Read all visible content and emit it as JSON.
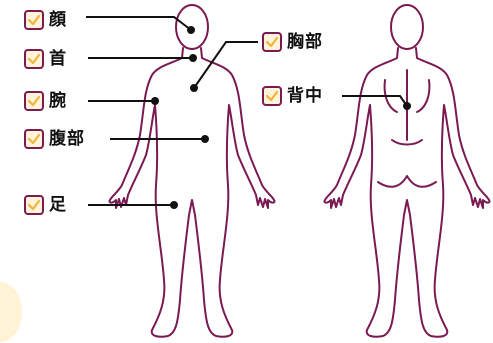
{
  "labels": {
    "face": "顔",
    "neck": "首",
    "arm": "腕",
    "abdomen": "腹部",
    "foot": "足",
    "chest": "胸部",
    "back": "背中"
  },
  "colors": {
    "outline": "#7b1a52",
    "leader_line": "#111111",
    "checkbox_fill": "#fff3d9",
    "checkmark": "#f0b43c",
    "glow": "#fff0cc"
  },
  "icons": [
    "check-icon"
  ]
}
